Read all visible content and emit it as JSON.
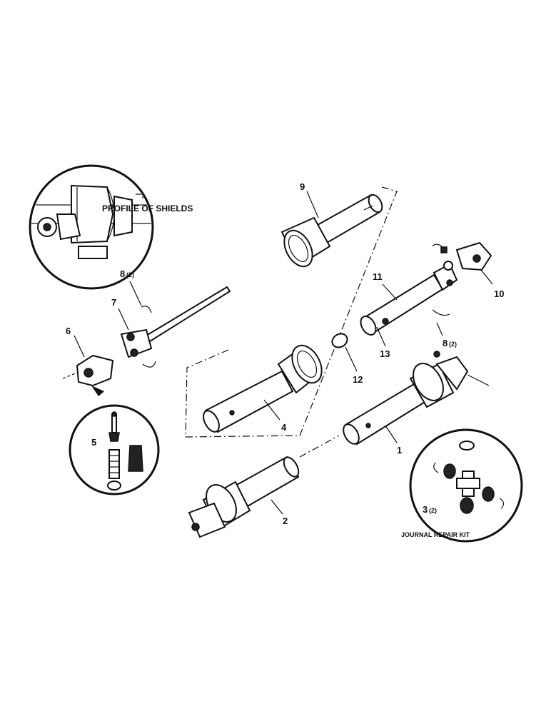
{
  "callouts": {
    "profile_of_shields": "PROFILE OF SHIELDS",
    "journal_repair_kit": "JOURNAL REPAIR KIT"
  },
  "labels": {
    "p1": "1",
    "p2": "2",
    "p3": "3",
    "p3_qty": "(2)",
    "p4": "4",
    "p5": "5",
    "p6": "6",
    "p7": "7",
    "p8a": "8",
    "p8a_qty": "(2)",
    "p8b": "8",
    "p8b_qty": "(2)",
    "p9": "9",
    "p10": "10",
    "p11": "11",
    "p12": "12",
    "p13": "13"
  }
}
